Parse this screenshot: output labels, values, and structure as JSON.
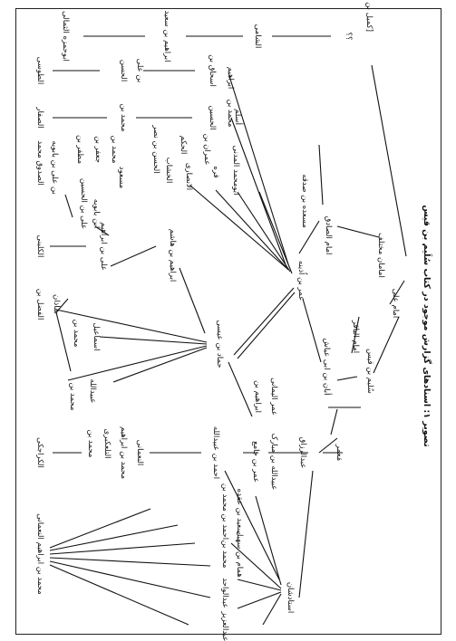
{
  "caption": "تصویر ۱: اسنادهای گزارش موجود در کتاب سُلَیم بن قیس",
  "colors": {
    "ink": "#111111",
    "background": "#ffffff",
    "frame": "#222222"
  },
  "nodes": {
    "abu_hamza": "ابوحمزه الثمالی",
    "ibrahim_saeed": "ابراهیم بن سعید",
    "shami": "الشامی",
    "kumayl_q": "؟؟",
    "kumayl": "[کمیل بن زیاد]",
    "tusi": "الطوسی",
    "hasan": "الحسن",
    "ibn_ali": "بن علی",
    "ishaq": "اسحاق بن",
    "ibrahim2": "ابراهیم",
    "saffar": "الصفار",
    "muhammad_bin": "محمد بن",
    "husayn": "الحسین",
    "muhammad_bin2": "محمد بن",
    "aslam": "أسلم",
    "saduq": "الصدوق محمد",
    "ibn_ali_babawayh": "بن علی بن بابویه",
    "muzaffar": "مظفر بن",
    "jafar_bin": "جعفر بن",
    "muhammad_bin3": "محمد بن",
    "masud": "مسعود",
    "hasan_nasr": "الحسن بن نصر",
    "hakam": "الحکم",
    "khashab": "الخشاب",
    "ansari": "الانصاری",
    "imran": "عمران بن",
    "qurra": "قره",
    "abu_muhammad_madani": "ابومحمد المدنی",
    "ali_husayn": "علی بن الحسین",
    "ibn_babawayh": "ابن بابویه",
    "kulayni": "الکلینی",
    "ali_ibrahim": "علی بن ابراهیم",
    "ibrahim_hashim": "ابراهیم بن هاشم",
    "fadl": "الفضل بن",
    "shadhan": "شاذان",
    "muhammad_ismail": "محمد بن",
    "ismail": "اسماعیل",
    "muhammad_ubaydallah": "محمد بن",
    "ubaydallah": "عبیدالله",
    "hammad": "حماد بن عیسی",
    "ibrahim_umar": "ابراهیم بن",
    "umar_yamani": "عمر الیمانی",
    "umar_udhayna": "عمر بن اُذینه",
    "masada": "مسعده بن صدقه",
    "imam_sadiq": "امام الصادق",
    "imam_baqir": "امام الباقر",
    "aban": "أبان بن ابی عیاش",
    "sulaym": "سُلیم بن قیس",
    "imam_ali": "امام علی",
    "mukhtalif": "امامان مختلف",
    "karajaki": "الکراجکی",
    "muhammad_najiyy": "محمد بن",
    "tallaki": "التلعکبری",
    "muhammad_ibrahim_n": "محمد بن ابراهیم",
    "numani": "النعمانی",
    "ahmad_ubaydallah": "احمد بن عبیدالله",
    "umar_jami": "عمر بن جامع",
    "ubaydallah_mubarak": "عبیدالله بن مبارک",
    "abd_razzaq": "عبدالرزاق",
    "mamar": "مَعمر",
    "ahmad_muhammad": "احمد بن محمد بن",
    "said_uqda": "سعید بن عقده",
    "muhammad_b": "محمد بن",
    "hammam_suhayl": "همام بن سهیل",
    "abd_wahid": "عبدالواحد",
    "abd_aziz": "عبدالعزیز",
    "ustadan": "استادشان",
    "numani2": "محمد بن ابراهیم النعمانی"
  }
}
